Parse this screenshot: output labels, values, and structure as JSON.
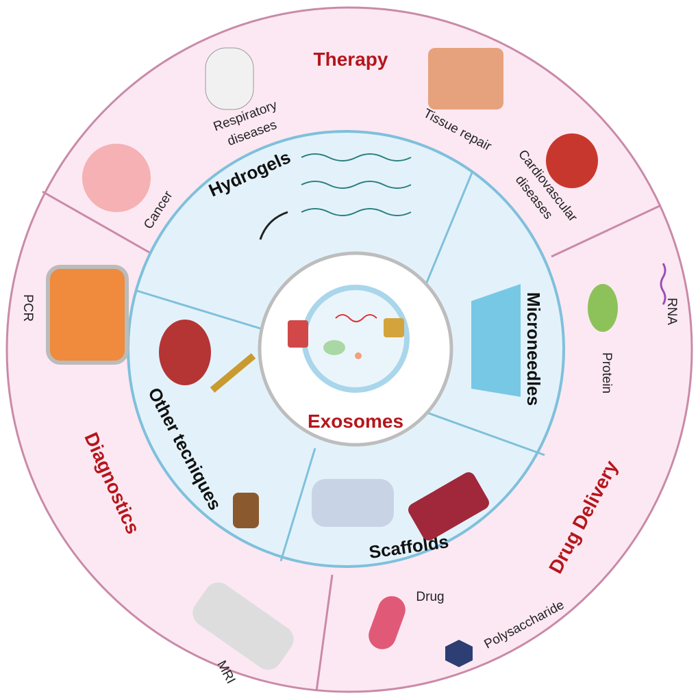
{
  "colors": {
    "outer_ring": "#fce8f2",
    "outer_border": "#c98aa8",
    "middle_ring": "#e3f2fa",
    "middle_border": "#7fc0dc",
    "core": "#ffffff",
    "core_border": "#bdbdbd",
    "heading_red": "#b5161c"
  },
  "center": {
    "title": "Exosomes"
  },
  "outer_sections": {
    "therapy": {
      "title": "Therapy",
      "items": [
        "Cancer",
        "Respiratory",
        "diseases",
        "Tissue repair",
        "Cardiovascular",
        "diseases"
      ]
    },
    "drug_delivery": {
      "title": "Drug Delivery",
      "items": [
        "RNA",
        "Protein",
        "Drug",
        "Polysaccharide"
      ]
    },
    "diagnostics": {
      "title": "Diagnostics",
      "items": [
        "PCR",
        "MRI"
      ]
    }
  },
  "middle_sections": {
    "hydrogels": "Hydrogels",
    "microneedles": "Microneedles",
    "scaffolds": "Scaffolds",
    "other": "Other tecniques"
  }
}
